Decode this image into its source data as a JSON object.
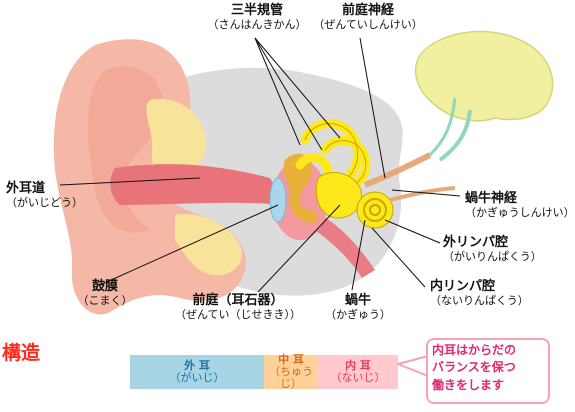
{
  "labels": {
    "semicircular": {
      "main": "三半規管",
      "sub": "（さんはんきかん）"
    },
    "vestibular_nerve": {
      "main": "前庭神経",
      "sub": "（ぜんていしんけい）"
    },
    "ear_canal": {
      "main": "外耳道",
      "sub": "（がいじどう）"
    },
    "cochlear_nerve": {
      "main": "蝸牛神経",
      "sub": "（かぎゅうしんけい）"
    },
    "perilymph": {
      "main": "外リンパ腔",
      "sub": "（がいりんぱくう）"
    },
    "endolymph": {
      "main": "内リンパ腔",
      "sub": "（ないりんぱくう）"
    },
    "eardrum": {
      "main": "鼓膜",
      "sub": "（こまく）"
    },
    "vestibule": {
      "main": "前庭（耳石器）",
      "sub": "（ぜんてい（じせきき））"
    },
    "cochlea": {
      "main": "蝸牛",
      "sub": "（かぎゅう）"
    }
  },
  "structure_title": "構造",
  "bars": {
    "outer": {
      "main": "外 耳",
      "sub": "（がいじ）"
    },
    "middle": {
      "main": "中 耳",
      "sub": "（ちゅうじ）"
    },
    "inner": {
      "main": "内 耳",
      "sub": "（ないじ）"
    }
  },
  "note": [
    "内耳はからだの",
    "バランスを保つ",
    "働きをします"
  ],
  "colors": {
    "skin": "#f5b7a6",
    "cartilage": "#f7e39a",
    "canal": "#e9737a",
    "bone": "#d8d8d8",
    "labyrinth": "#ffe81a",
    "brain": "#f1f0a0",
    "nerve": "#8fd8b8",
    "title_red": "#ff2a1a",
    "note_pink": "#e0286d"
  }
}
